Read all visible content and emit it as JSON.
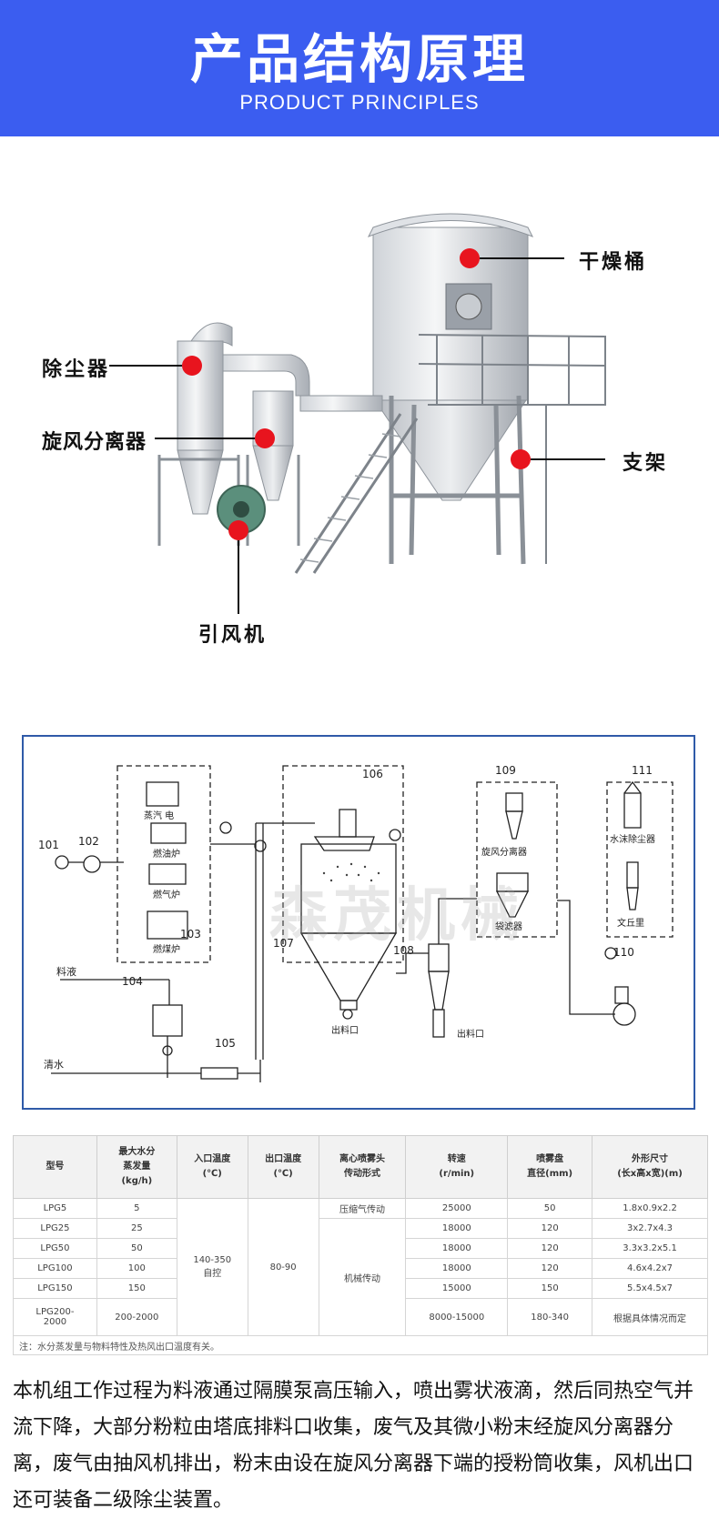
{
  "header": {
    "title": "产品结构原理",
    "subtitle": "PRODUCT PRINCIPLES"
  },
  "photo": {
    "callouts": {
      "drying_drum": "干燥桶",
      "dust_collector": "除尘器",
      "cyclone": "旋风分离器",
      "support": "支架",
      "fan": "引风机"
    },
    "accent_color": "#e8141e"
  },
  "diagram": {
    "watermark": "森茂机械",
    "numbers": {
      "n101": "101",
      "n102": "102",
      "n103": "103",
      "n104": "104",
      "n105": "105",
      "n106": "106",
      "n107": "107",
      "n108": "108",
      "n109": "109",
      "n110": "110",
      "n111": "111"
    },
    "labels": {
      "steam_electric": "蒸汽 电",
      "oil_furnace": "燃油炉",
      "gas_furnace": "燃气炉",
      "coal_furnace": "燃煤炉",
      "cyclone": "旋风分离器",
      "bag_filter": "袋滤器",
      "water_scrubber": "水沫除尘器",
      "venturi": "文丘里",
      "feed_liquid": "料液",
      "clean_water": "清水",
      "outlet_1": "出料口",
      "outlet_2": "出料口"
    }
  },
  "spec_table": {
    "headers": [
      "型号",
      "最大水分\n蒸发量\n(kg/h)",
      "入口温度\n(℃)",
      "出口温度\n(℃)",
      "离心喷雾头\n传动形式",
      "转速\n(r/min)",
      "喷雾盘\n直径(mm)",
      "外形尺寸\n(长x高x宽)(m)"
    ],
    "rows": [
      {
        "model": "LPG5",
        "evap": "5",
        "speed": "25000",
        "disc": "50",
        "dim": "1.8x0.9x2.2"
      },
      {
        "model": "LPG25",
        "evap": "25",
        "speed": "18000",
        "disc": "120",
        "dim": "3x2.7x4.3"
      },
      {
        "model": "LPG50",
        "evap": "50",
        "speed": "18000",
        "disc": "120",
        "dim": "3.3x3.2x5.1"
      },
      {
        "model": "LPG100",
        "evap": "100",
        "speed": "18000",
        "disc": "120",
        "dim": "4.6x4.2x7"
      },
      {
        "model": "LPG150",
        "evap": "150",
        "speed": "15000",
        "disc": "150",
        "dim": "5.5x4.5x7"
      },
      {
        "model": "LPG200-\n2000",
        "evap": "200-2000",
        "speed": "8000-15000",
        "disc": "180-340",
        "dim": "根据具体情况而定"
      }
    ],
    "merged": {
      "inlet_temp": "140-350\n自控",
      "outlet_temp": "80-90",
      "drive_pneumatic": "压缩气传动",
      "drive_mechanical": "机械传动"
    },
    "note": "注：水分蒸发量与物料特性及热风出口温度有关。"
  },
  "description": "本机组工作过程为料液通过隔膜泵高压输入，喷出雾状液滴，然后同热空气并流下降，大部分粉粒由塔底排料口收集，废气及其微小粉末经旋风分离器分离，废气由抽风机排出，粉末由设在旋风分离器下端的授粉筒收集，风机出口还可装备二级除尘装置。"
}
